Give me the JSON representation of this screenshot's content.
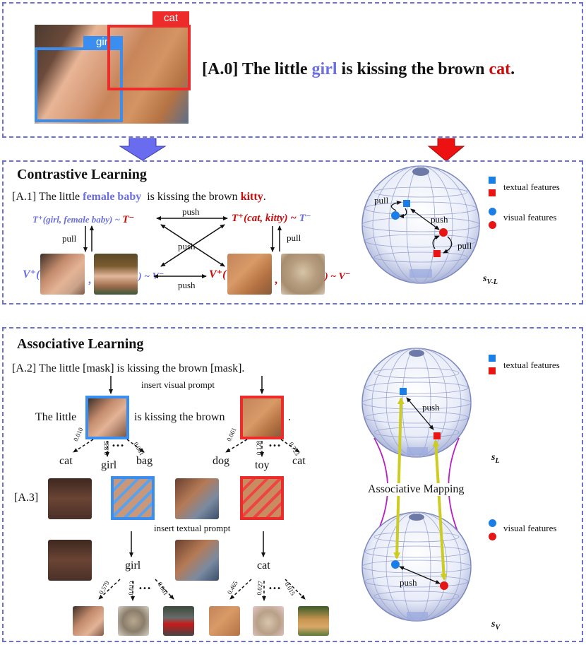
{
  "top": {
    "box_girl_label": "girl",
    "box_cat_label": "cat",
    "prefix": "[A.0] The little ",
    "girl_word": "girl",
    "middle": " is kissing the brown ",
    "cat_word": "cat",
    "suffix": "."
  },
  "contrastive": {
    "title": "Contrastive Learning",
    "a1_prefix": "[A.1] The little ",
    "a1_word1": "female baby",
    "a1_middle": "  is kissing the brown ",
    "a1_word2": "kitty",
    "a1_suffix": ".",
    "t_girl": "T⁺(girl, female baby) ~ ",
    "t_girl_neg": "T⁻",
    "t_cat": "T⁺(cat, kitty) ~ ",
    "t_cat_neg": "T⁻",
    "push_top": "push",
    "push_mid": "push",
    "push_bottom": "push",
    "pull_left": "pull",
    "pull_right": "pull",
    "v_girl_open": "V⁺(",
    "v_girl_close": ") ~ V⁻",
    "v_cat_open": "V⁺(",
    "v_cat_close": ") ~ V⁻",
    "comma": ",",
    "sphere_label": "s",
    "sphere_sub": "V-L",
    "legend_text": "textual features",
    "legend_visual": "visual features",
    "sphere_pull_1": "pull",
    "sphere_push": "push",
    "sphere_pull_2": "pull"
  },
  "associative": {
    "title": "Associative Learning",
    "a2_sentence": "[A.2] The little [mask] is kissing the brown [mask].",
    "insert_visual": "insert visual prompt",
    "the_little": "The little",
    "is_kissing": "is kissing the brown",
    "period": ".",
    "girl_preds": [
      {
        "word": "cat",
        "prob": "0.010"
      },
      {
        "word": "girl",
        "prob": "0.835"
      },
      {
        "word": "bag",
        "prob": "0.001"
      }
    ],
    "cat_preds": [
      {
        "word": "dog",
        "prob": "0.061"
      },
      {
        "word": "toy",
        "prob": "0.128"
      },
      {
        "word": "cat",
        "prob": "0.723"
      }
    ],
    "a3_label": "[A.3]",
    "insert_textual": "insert textual prompt",
    "girl_word": "girl",
    "cat_word": "cat",
    "girl_img_probs": [
      "0.579",
      "0.012",
      "0.001"
    ],
    "cat_img_probs": [
      "0.465",
      "0.027",
      "0.015"
    ],
    "dots": "…",
    "mapping_label": "Associative Mapping",
    "sl_label": "s",
    "sl_sub": "L",
    "sv_label": "s",
    "sv_sub": "V",
    "legend_text": "textual features",
    "legend_visual": "visual features",
    "push_upper": "push",
    "push_lower": "push"
  },
  "colors": {
    "blue_word": "#6b6fe0",
    "red_word": "#cc0a0a",
    "box_blue": "#3a8ef0",
    "box_red": "#ee2b2b",
    "dash": "#6b6fd8",
    "arrow_blue": "#6a6cf0",
    "arrow_red": "#ee1111",
    "mapping": "#cccc22",
    "curve": "#b61fc1"
  }
}
